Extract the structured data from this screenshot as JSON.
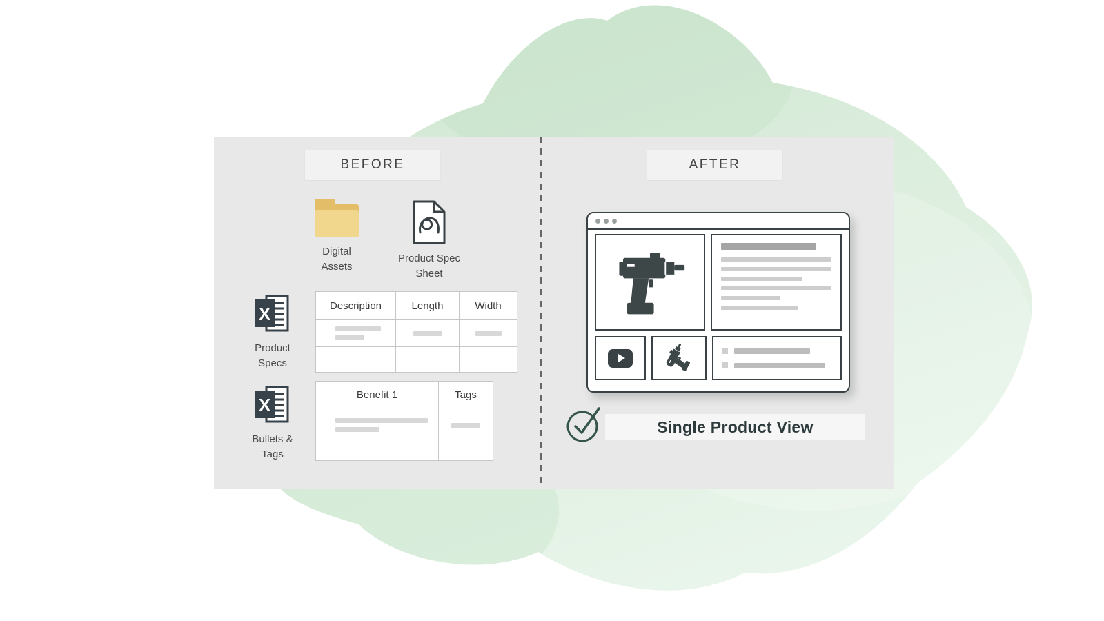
{
  "before": {
    "title": "BEFORE",
    "folder_label": "Digital Assets",
    "spec_sheet_label": "Product Spec Sheet",
    "specs_table": {
      "label": "Product Specs",
      "headers": [
        "Description",
        "Length",
        "Width"
      ]
    },
    "tags_table": {
      "label": "Bullets & Tags",
      "headers": [
        "Benefit 1",
        "Tags"
      ]
    }
  },
  "after": {
    "title": "AFTER",
    "caption": "Single Product View"
  },
  "icons": {
    "excel_letter": "X",
    "folder": "folder-icon",
    "spec_sheet": "document-with-loop-icon",
    "excel": "spreadsheet-icon",
    "play": "play-icon",
    "drill": "drill-icon",
    "check": "check-circle-icon",
    "window_dots": "window-control-dots"
  },
  "colors": {
    "panel_bg": "#e8e8e8",
    "label_bg": "#f2f2f2",
    "ink": "#3a4245",
    "folder_yellow": "#f1d78d",
    "folder_yellow_dark": "#e3bd68",
    "placeholder_bar": "#d8d8d8",
    "placeholder_bar_dark": "#a5a5a5",
    "check_green": "#35544a",
    "blob_green_dark": "#d2e8d4",
    "blob_green_light": "#ecf7ee"
  }
}
